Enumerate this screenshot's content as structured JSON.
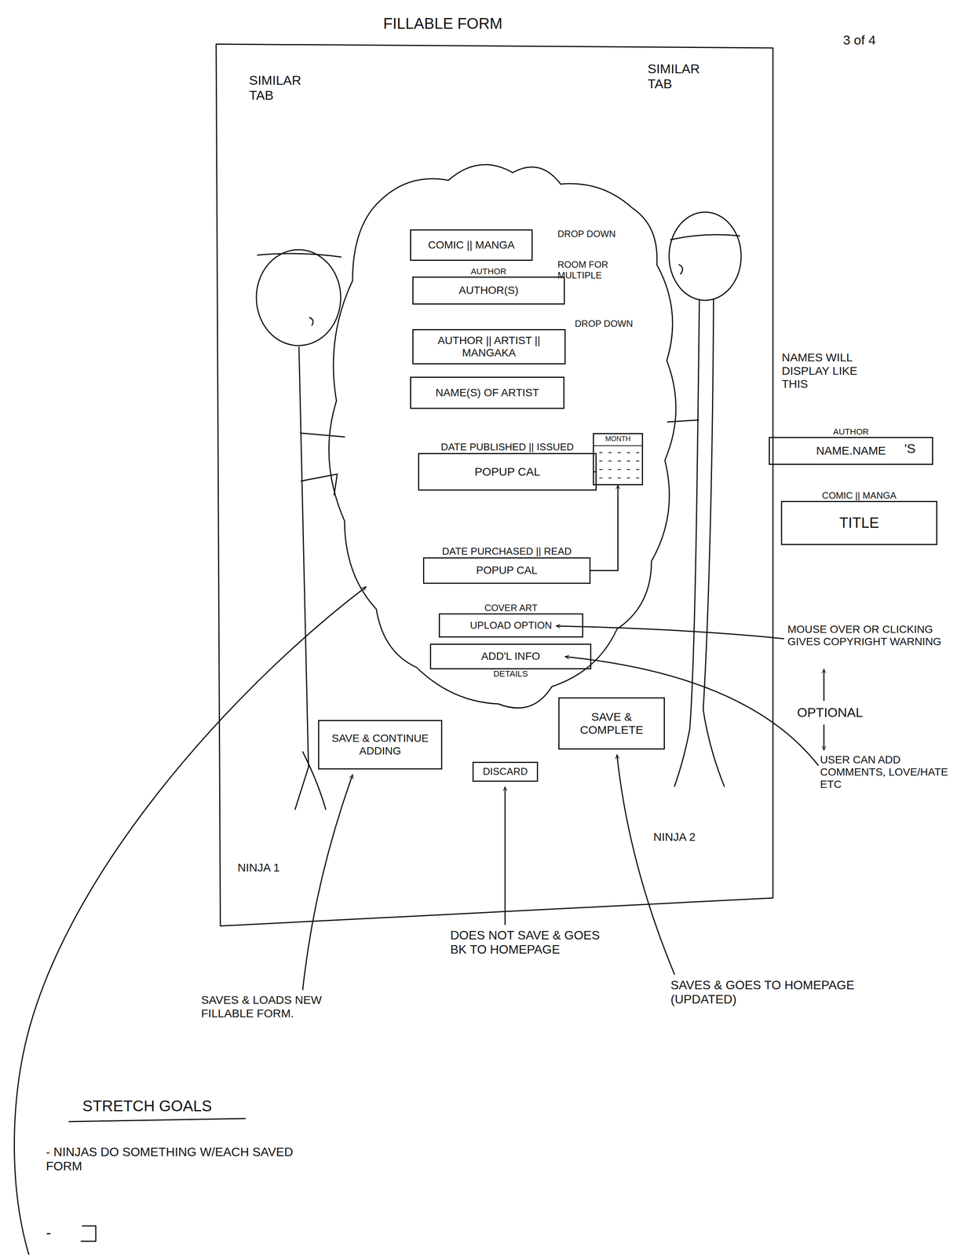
{
  "diagram": {
    "title": "FILLABLE FORM",
    "nodes": [
      {
        "text": [
          "COMIC || MANGA"
        ]
      },
      {
        "text": [
          "AUTHOR",
          "AUTHOR(S)"
        ]
      },
      {
        "text": [
          "AUTHOR || ARTIST || MANGAKA"
        ]
      },
      {
        "text": [
          "NAME(S) OF ARTIST"
        ]
      },
      {
        "text": [
          "DATE PUBLISHED || ISSUED",
          "POPUP CAL"
        ]
      },
      {
        "text": [
          "MONTH"
        ]
      },
      {
        "text": [
          "DATE PURCHASED || READ",
          "POPUP CAL"
        ]
      },
      {
        "text": [
          "COVER ART",
          "UPLOAD OPTION"
        ]
      },
      {
        "text": [
          "ADD'L INFO",
          "DETAILS"
        ]
      },
      {
        "text": [
          "SAVE & CONTINUE ADDING"
        ]
      },
      {
        "text": [
          "DISCARD"
        ]
      },
      {
        "text": [
          "SAVE & COMPLETE"
        ]
      },
      {
        "text": [
          "AUTHOR",
          "NAME.NAME"
        ]
      },
      {
        "text": [
          "COMIC || MANGA",
          "TITLE"
        ]
      }
    ],
    "edges": [
      {
        "from": 4,
        "to": 5,
        "arrow": "none"
      },
      {
        "from": 6,
        "to": 5,
        "arrow": "to"
      }
    ],
    "labels": [
      "3 of 4",
      "SIMILAR TAB",
      "SIMILAR TAB",
      "DROP DOWN",
      "ROOM FOR MULTIPLE",
      "DROP DOWN",
      "NAMES WILL DISPLAY LIKE THIS",
      "'S",
      "MOUSE OVER OR CLICKING GIVES COPYRIGHT WARNING",
      "OPTIONAL",
      "USER CAN ADD COMMENTS, LOVE/HATE ETC",
      "NINJA 1",
      "NINJA 2",
      "DOES NOT SAVE & GOES BK TO HOMEPAGE",
      "SAVES & LOADS NEW FILLABLE FORM.",
      "SAVES & GOES TO HOMEPAGE (UPDATED)",
      "STRETCH GOALS",
      "- NINJAS DO SOMETHING W/EACH SAVED FORM",
      "-"
    ]
  }
}
